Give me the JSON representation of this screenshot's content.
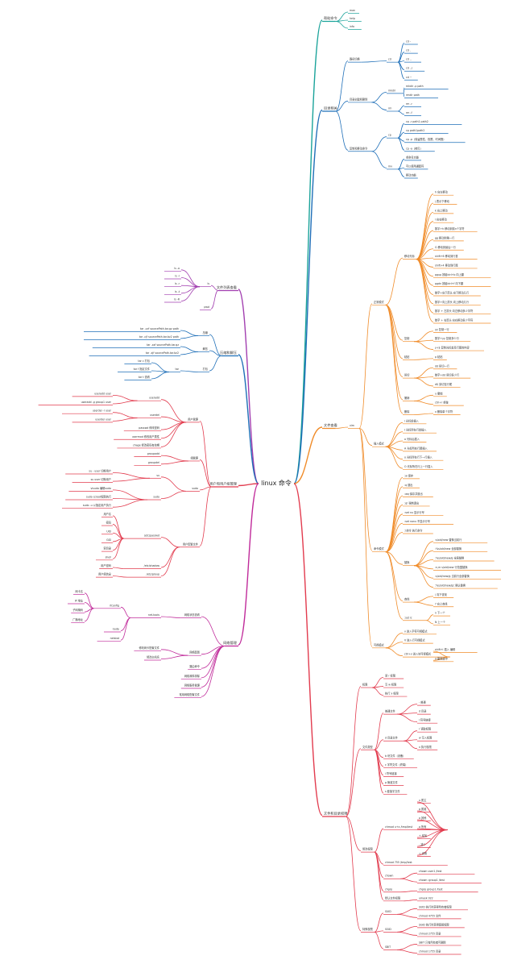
{
  "root": "linux 命令",
  "colors": {
    "teal": "#1aa39a",
    "orange": "#f08c2a",
    "purple": "#a23fb0",
    "blue": "#1f6fb8",
    "red": "#e23b4e",
    "magenta": "#c02a9a"
  },
  "branches": [
    {
      "label": "帮助命令",
      "side": "right",
      "color": "teal",
      "children": [
        {
          "label": "man"
        },
        {
          "label": "help"
        },
        {
          "label": "info"
        }
      ]
    },
    {
      "label": "目录相关",
      "side": "right",
      "color": "blue",
      "children": [
        {
          "label": "路径切换",
          "children": [
            {
              "label": "cd",
              "children": [
                {
                  "label": "cd -"
                },
                {
                  "label": "cd ."
                },
                {
                  "label": "cd .."
                },
                {
                  "label": "cd ../"
                },
                {
                  "label": "cd ~"
                }
              ]
            }
          ]
        },
        {
          "label": "目录创建和删除",
          "children": [
            {
              "label": "mkdir",
              "children": [
                {
                  "label": "mkdir -p path"
                },
                {
                  "label": "rmdir path"
                }
              ]
            },
            {
              "label": "rm",
              "children": [
                {
                  "label": "rm -r"
                },
                {
                  "label": "rm -f"
                }
              ]
            }
          ]
        },
        {
          "label": "复制和移动命令",
          "children": [
            {
              "label": "cp",
              "children": [
                {
                  "label": "cp -r path1 path2"
                },
                {
                  "label": "cp path1path2"
                },
                {
                  "label": "cp -p（保留属性、权限、时间戳）"
                },
                {
                  "label": "cp -a（拷贝）"
                }
              ]
            },
            {
              "label": "mv",
              "children": [
                {
                  "label": "重命名功能"
                },
                {
                  "label": "可以使用通配符"
                },
                {
                  "label": "移动功能"
                }
              ]
            }
          ]
        }
      ]
    },
    {
      "label": "文件查看",
      "side": "right",
      "color": "orange",
      "children": [
        {
          "label": "vim",
          "children": [
            {
              "label": "正常模式",
              "children": [
                {
                  "label": "移动光标",
                  "children": [
                    {
                      "label": "h 向左移动"
                    },
                    {
                      "label": "j 表示下移动"
                    },
                    {
                      "label": "k 向上移动"
                    },
                    {
                      "label": "l 向右移动"
                    },
                    {
                      "label": "数字+h 移动到前n个字符"
                    },
                    {
                      "label": "gg 移动到第一行"
                    },
                    {
                      "label": "G 移动到最后一行"
                    },
                    {
                      "label": "shift+6 移动到行首"
                    },
                    {
                      "label": "shift+4 移动到行尾"
                    },
                    {
                      "label": "pgup 按键ctrl+b 向上翻"
                    },
                    {
                      "label": "pgdn 按键ctrl+f 向下翻"
                    },
                    {
                      "label": "数字+向下箭头 向下移动几行"
                    },
                    {
                      "label": "数字+向上箭头 向上移动几行"
                    },
                    {
                      "label": "数字 + 左箭头 向左移动多少字符"
                    },
                    {
                      "label": "数字 + 右箭头 向右移动多少字符"
                    }
                  ]
                },
                {
                  "label": "复制",
                  "children": [
                    {
                      "label": "yy 复制一行"
                    },
                    {
                      "label": "数字+yy 复制多少行"
                    },
                    {
                      "label": "y+$ 复制光标处至行尾的内容"
                    }
                  ]
                },
                {
                  "label": "粘贴",
                  "children": [
                    {
                      "label": "p 粘贴"
                    }
                  ]
                },
                {
                  "label": "剪切",
                  "children": [
                    {
                      "label": "dd 剪切一行"
                    },
                    {
                      "label": "数字+dd 剪切多少行"
                    },
                    {
                      "label": "d$ 剪切至行尾"
                    }
                  ]
                },
                {
                  "label": "撤销",
                  "children": [
                    {
                      "label": "u 撤销"
                    },
                    {
                      "label": "ctrl+r 重做"
                    }
                  ]
                },
                {
                  "label": "删除",
                  "children": [
                    {
                      "label": "x 删除单个字符"
                    }
                  ]
                }
              ]
            },
            {
              "label": "插入模式",
              "children": [
                {
                  "label": "i 光标前插入"
                },
                {
                  "label": "I 光标所在行首插入"
                },
                {
                  "label": "a 光标后插入"
                },
                {
                  "label": "A 光标所在行尾插入"
                },
                {
                  "label": "o 光标所在行下一行插入"
                },
                {
                  "label": "O 光标所在行上一行插入"
                }
              ]
            },
            {
              "label": "命令模式",
              "children": [
                {
                  "label": ":w 保存"
                },
                {
                  "label": ":q 退出"
                },
                {
                  "label": ":wq 保存并退出"
                },
                {
                  "label": ":q! 强制退出"
                },
                {
                  "label": ":set nu 显示行号"
                },
                {
                  "label": ":set nonu 不显示行号"
                },
                {
                  "label": ":!命令 执行命令"
                },
                {
                  "label": "替换",
                  "children": [
                    {
                      "label": ":s/old/new 替换当前行"
                    },
                    {
                      "label": ":%s/old/new 全部替换"
                    },
                    {
                      "label": ":%s/old/new/g 全局替换"
                    },
                    {
                      "label": ":n,m s/old/new 行范围替换"
                    },
                    {
                      "label": ":s/old/new/g 当前行全部替换"
                    },
                    {
                      "label": ":%s/old/new/gc 确认替换"
                    }
                  ]
                },
                {
                  "label": "查找",
                  "children": [
                    {
                      "label": "/ 向下查找"
                    },
                    {
                      "label": "? 向上查找"
                    }
                  ]
                },
                {
                  "label": ":set ic",
                  "children": [
                    {
                      "label": "n 下一个"
                    },
                    {
                      "label": "N 上一个"
                    }
                  ]
                }
              ]
            },
            {
              "label": "可视模式",
              "children": [
                {
                  "label": "v 进入字符可视模式"
                },
                {
                  "label": "V 进入行可视模式"
                },
                {
                  "label": "ctrl+v 进入块可视模式",
                  "children": [
                    {
                      "label": "shift+i 插入 编辑"
                    },
                    {
                      "label": "d 删除选中"
                    }
                  ]
                }
              ]
            }
          ]
        }
      ]
    },
    {
      "label": "文件和目录权限",
      "side": "right",
      "color": "red",
      "children": [
        {
          "label": "权限",
          "children": [
            {
              "label": "读 r 权限"
            },
            {
              "label": "写 w 权限"
            },
            {
              "label": "执行 x 权限"
            }
          ]
        },
        {
          "label": "文件类型",
          "children": [
            {
              "label": "普通文件",
              "children": [
                {
                  "label": "- 普通"
                },
                {
                  "label": "d 目录"
                },
                {
                  "label": "l 符号链接"
                }
              ]
            },
            {
              "label": "d 目录文件",
              "children": [
                {
                  "label": "r 读取权限"
                },
                {
                  "label": "w 写入权限"
                },
                {
                  "label": "x 执行权限"
                }
              ]
            },
            {
              "label": "b 块文件（设备）"
            },
            {
              "label": "c 字符文件（终端）"
            },
            {
              "label": "l 符号链接"
            },
            {
              "label": "p 管道文件"
            },
            {
              "label": "s 套接字文件"
            }
          ]
        },
        {
          "label": "修改权限",
          "children": [
            {
              "label": "chmod u+x /tmp/test",
              "children": [
                {
                  "label": "u 属主"
                },
                {
                  "label": "g 属组"
                },
                {
                  "label": "o 其他"
                },
                {
                  "label": "a 所有"
                },
                {
                  "label": "+ 增加"
                },
                {
                  "label": "- 减少"
                },
                {
                  "label": "= 设置"
                }
              ]
            },
            {
              "label": "chmod 755 /tmp/test"
            },
            {
              "label": "chown",
              "children": [
                {
                  "label": "chown user1 /test"
                },
                {
                  "label": "chown :group1 /test"
                }
              ]
            },
            {
              "label": "chgrp",
              "children": [
                {
                  "label": "chgrp group1 /test"
                }
              ]
            },
            {
              "label": "默认文件权限",
              "children": [
                {
                  "label": "umask 022"
                }
              ]
            }
          ]
        },
        {
          "label": "特殊权限",
          "children": [
            {
              "label": "SUID",
              "children": [
                {
                  "label": "SUID 执行时获得所有者权限"
                },
                {
                  "label": "chmod 4755 文件"
                }
              ]
            },
            {
              "label": "SGID",
              "children": [
                {
                  "label": "SGID 执行时获得属组权限"
                },
                {
                  "label": "chmod 2755 目录"
                }
              ]
            },
            {
              "label": "SBIT",
              "children": [
                {
                  "label": "SBIT 只有所有者可删除"
                },
                {
                  "label": "chmod 1755 目录"
                }
              ]
            }
          ]
        }
      ]
    },
    {
      "label": "文件列表查看",
      "side": "left",
      "color": "purple",
      "children": [
        {
          "label": "ls",
          "children": [
            {
              "label": "ls -a"
            },
            {
              "label": "ls -l"
            },
            {
              "label": "ls -r"
            },
            {
              "label": "ls -t"
            },
            {
              "label": "ls -R"
            }
          ]
        },
        {
          "label": "pwd"
        }
      ]
    },
    {
      "label": "压缩和解压",
      "side": "left",
      "color": "blue",
      "children": [
        {
          "label": "压缩",
          "children": [
            {
              "label": "tar -czf sourcePath.tar.gz path"
            },
            {
              "label": "tar -cjf sourcePath.tar.bz2 path"
            }
          ]
        },
        {
          "label": "解压",
          "children": [
            {
              "label": "tar -xzf sourcePath.tar.gz"
            },
            {
              "label": "tar -xjf sourcePath.tar.bz2"
            }
          ]
        },
        {
          "label": "打包",
          "children": [
            {
              "label": "tar",
              "children": [
                {
                  "label": "tar c 打包"
                },
                {
                  "label": "tar f 指定文件"
                },
                {
                  "label": "tar t 查看"
                }
              ]
            }
          ]
        }
      ]
    },
    {
      "label": "用户和用户组管理",
      "side": "left",
      "color": "red",
      "children": [
        {
          "label": "用户管理",
          "children": [
            {
              "label": "useradd",
              "children": [
                {
                  "label": "useradd user"
                },
                {
                  "label": "useradd -g group1 user"
                }
              ]
            },
            {
              "label": "userdel",
              "children": [
                {
                  "label": "userdel -r user"
                },
                {
                  "label": "userdel user"
                }
              ]
            },
            {
              "label": "passwd 修改密码"
            },
            {
              "label": "usermod 修改用户属性"
            },
            {
              "label": "chage 修改密码有效期"
            }
          ]
        },
        {
          "label": "组管理",
          "children": [
            {
              "label": "groupadd"
            },
            {
              "label": "groupdel"
            }
          ]
        },
        {
          "label": "sudo",
          "children": [
            {
              "label": "su",
              "children": [
                {
                  "label": "su - user 切换用户"
                },
                {
                  "label": "su user 切换用户"
                }
              ]
            },
            {
              "label": "sudo",
              "children": [
                {
                  "label": "visudo 编辑sudo"
                },
                {
                  "label": "sudo 以root权限执行"
                },
                {
                  "label": "sudo -u 以指定用户执行"
                }
              ]
            }
          ]
        },
        {
          "label": "用户配置文件",
          "children": [
            {
              "label": "/etc/passwd",
              "children": [
                {
                  "label": "用户名"
                },
                {
                  "label": "密码"
                },
                {
                  "label": "UID"
                },
                {
                  "label": "GID"
                },
                {
                  "label": "家目录"
                },
                {
                  "label": "shell"
                }
              ]
            },
            {
              "label": "/etc/shadow",
              "children": [
                {
                  "label": "用户密码"
                }
              ]
            },
            {
              "label": "/etc/group",
              "children": [
                {
                  "label": "用户组信息"
                }
              ]
            }
          ]
        }
      ]
    },
    {
      "label": "网络管理",
      "side": "left",
      "color": "magenta",
      "children": [
        {
          "label": "网络状态查看",
          "children": [
            {
              "label": "net-tools",
              "children": [
                {
                  "label": "ifconfig",
                  "children": [
                    {
                      "label": "网卡名"
                    },
                    {
                      "label": "IP 地址"
                    },
                    {
                      "label": "子网掩码"
                    },
                    {
                      "label": "广播地址"
                    }
                  ]
                },
                {
                  "label": "route"
                },
                {
                  "label": "netstat"
                }
              ]
            }
          ]
        },
        {
          "label": "网络配置",
          "children": [
            {
              "label": "修改网卡配置文件"
            },
            {
              "label": "修改主机名"
            }
          ]
        },
        {
          "label": "路由命令"
        },
        {
          "label": "网络故障排除"
        },
        {
          "label": "网络服务管理"
        },
        {
          "label": "常用网络配置文件"
        }
      ]
    }
  ]
}
